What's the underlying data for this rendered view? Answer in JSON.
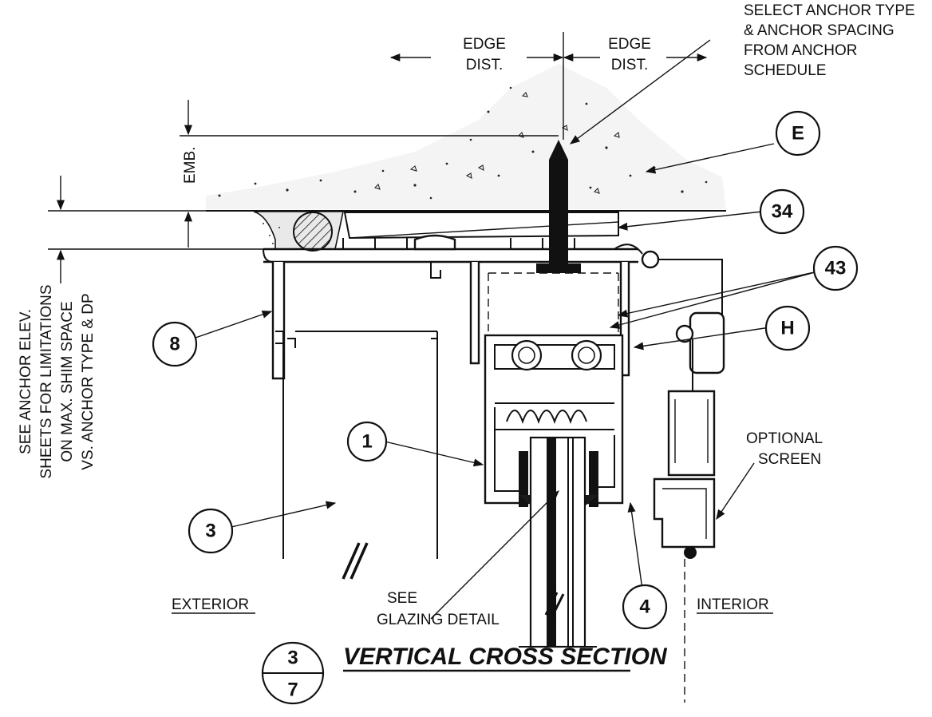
{
  "notes": {
    "edge_left": [
      "EDGE",
      "DIST."
    ],
    "edge_right": [
      "EDGE",
      "DIST."
    ],
    "anchor_note": [
      "SELECT ANCHOR TYPE",
      "& ANCHOR SPACING",
      "FROM ANCHOR",
      "SCHEDULE"
    ],
    "emb": "EMB.",
    "side_note": [
      "SEE ANCHOR ELEV.",
      "SHEETS FOR LIMITATIONS",
      "ON MAX. SHIM SPACE",
      "VS. ANCHOR TYPE & DP"
    ],
    "optional_screen": [
      "OPTIONAL",
      "SCREEN"
    ],
    "glazing": [
      "SEE",
      "GLAZING DETAIL"
    ],
    "exterior": "EXTERIOR",
    "interior": "INTERIOR"
  },
  "tags": {
    "E": "E",
    "t34": "34",
    "t43": "43",
    "H": "H",
    "t8": "8",
    "t1": "1",
    "t3": "3",
    "t4": "4"
  },
  "title": {
    "detail_number": "3",
    "sheet_number": "7",
    "text": "VERTICAL CROSS SECTION"
  }
}
